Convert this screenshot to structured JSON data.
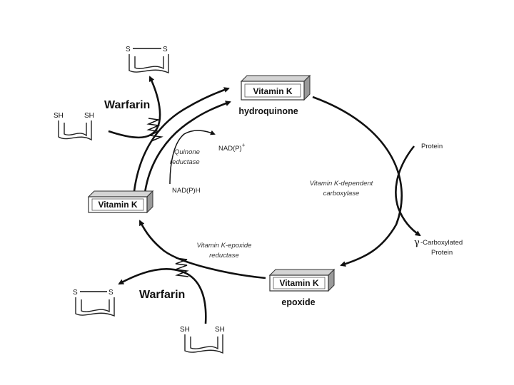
{
  "boxes": {
    "hydroquinone_box": "Vitamin K",
    "hydroquinone_caption": "hydroquinone",
    "vitk_box": "Vitamin K",
    "epoxide_box": "Vitamin K",
    "epoxide_caption": "epoxide"
  },
  "inhibitor": {
    "top": "Warfarin",
    "bottom": "Warfarin"
  },
  "enzymes": {
    "quinone_reductase_line1": "Quinone",
    "quinone_reductase_line2": "reductase",
    "carboxylase_line1": "Vitamin K-dependent",
    "carboxylase_line2": "carboxylase",
    "epoxide_reductase_line1": "Vitamin K-epoxide",
    "epoxide_reductase_line2": "reductase"
  },
  "cofactors": {
    "nadp_plus": "NAD(P)",
    "nadp_plus_sup": "+",
    "nadph": "NAD(P)H"
  },
  "protein": {
    "substrate": "Protein",
    "product_symbol": "γ",
    "product_line1": "-Carboxylated",
    "product_line2": "Protein"
  },
  "dithiol": {
    "sh_left": "SH",
    "sh_right": "SH",
    "s_left": "S",
    "s_right": "S"
  }
}
